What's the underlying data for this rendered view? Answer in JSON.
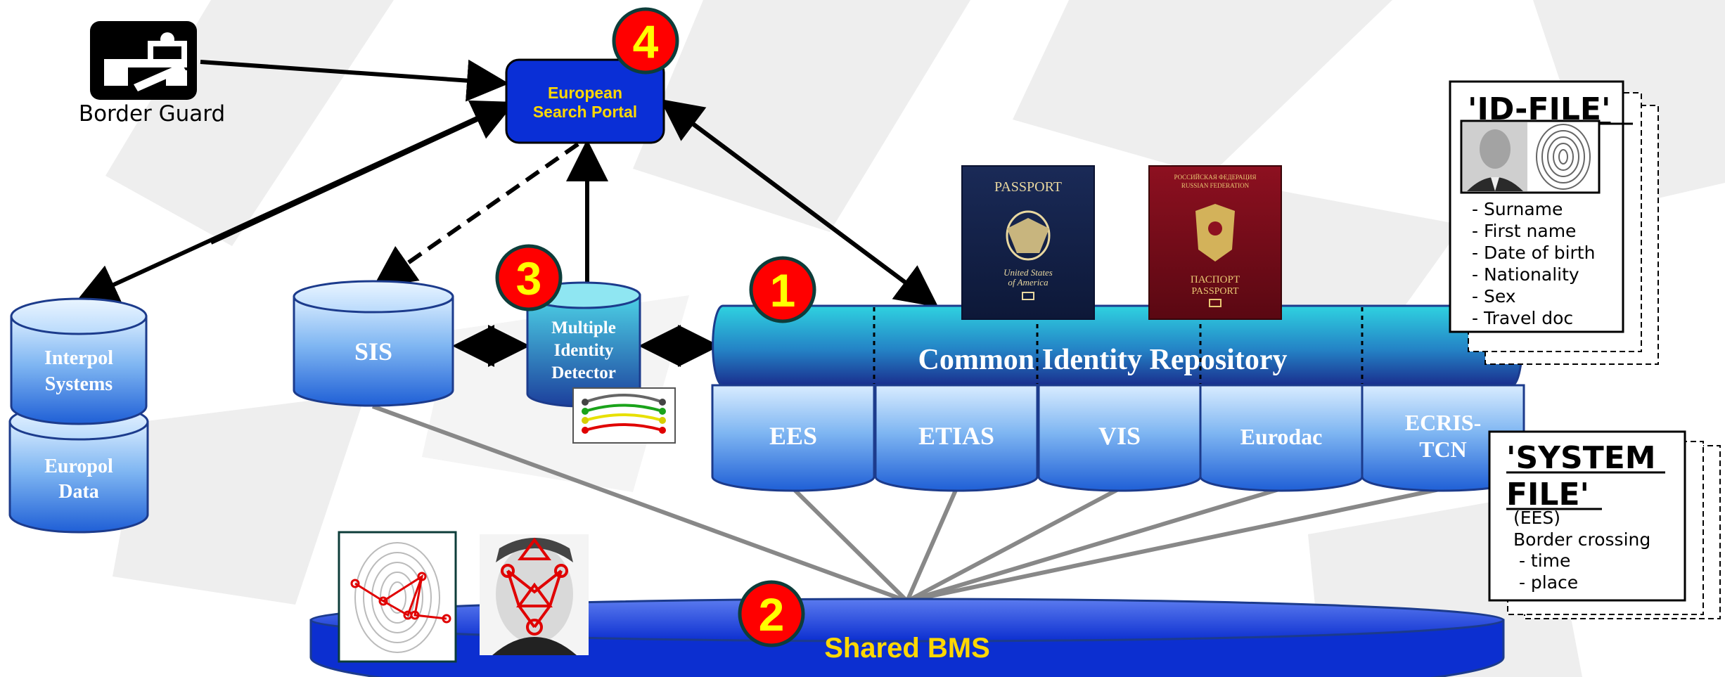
{
  "border_guard": {
    "label": "Border Guard"
  },
  "portal": {
    "line1": "European",
    "line2": "Search Portal",
    "badge": "4"
  },
  "sis": {
    "label": "SIS"
  },
  "mid": {
    "line1": "Multiple",
    "line2": "Identity",
    "line3": "Detector",
    "badge": "3"
  },
  "interpol": {
    "line1": "Interpol",
    "line2": "Systems"
  },
  "europol": {
    "line1": "Europol",
    "line2": "Data"
  },
  "cir": {
    "label": "Common Identity Repository",
    "badge": "1"
  },
  "systems": [
    "EES",
    "ETIAS",
    "VIS",
    "Eurodac",
    "ECRIS-TCN"
  ],
  "bms": {
    "label": "Shared BMS",
    "badge": "2"
  },
  "passport_us": {
    "title": "PASSPORT",
    "line1": "United States",
    "line2": "of America"
  },
  "passport_ru": {
    "title1": "РОССИЙСКАЯ ФЕДЕРАЦИЯ",
    "title2": "RUSSIAN FEDERATION",
    "bottom1": "ПАСПОРТ",
    "bottom2": "PASSPORT"
  },
  "id_file": {
    "title": "'ID-FILE'",
    "items": [
      "- Surname",
      "- First name",
      "- Date of birth",
      "- Nationality",
      "- Sex",
      "- Travel doc"
    ]
  },
  "system_file": {
    "title1": "'SYSTEM",
    "title2": "FILE'",
    "lines": [
      "(EES)",
      "Border crossing",
      " - time",
      " - place"
    ]
  },
  "colors": {
    "badge_red": "#ff0000",
    "badge_text": "#ffff00",
    "portal_blue": "#0a2fd6",
    "portal_text": "#ffd800",
    "bms_text": "#ffd800"
  }
}
